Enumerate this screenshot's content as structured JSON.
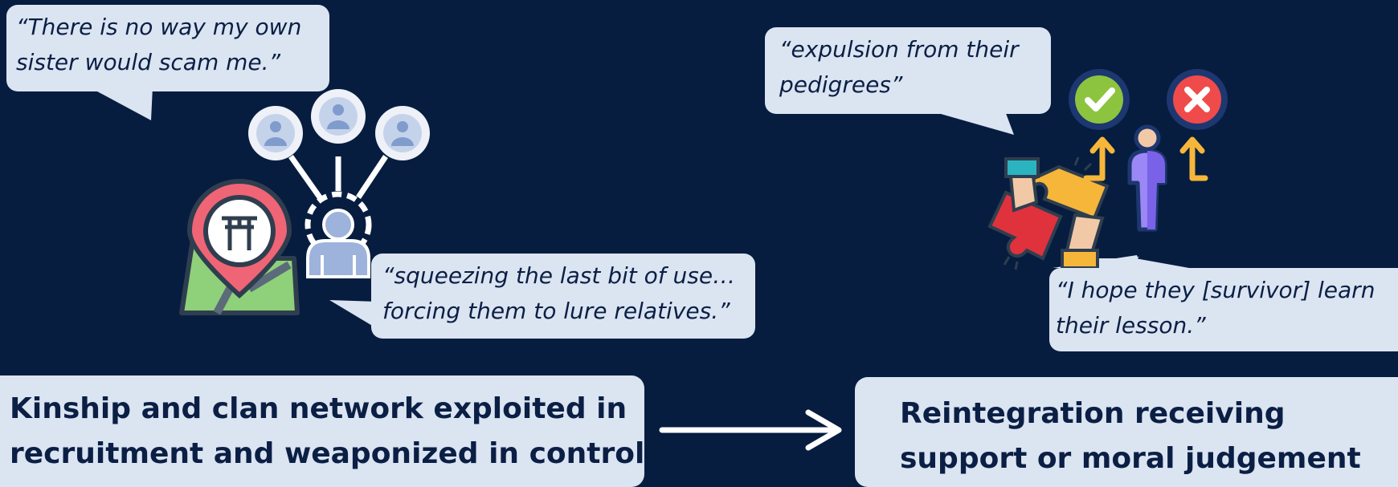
{
  "quotes": {
    "sister": [
      "“There is no way my own",
      "sister would scam me.”"
    ],
    "squeezing": [
      "“squeezing the last bit of use…",
      "forcing them to lure relatives.”"
    ],
    "expulsion": [
      "“expulsion from their",
      "pedigrees”"
    ],
    "hope": [
      "“I hope they [survivor] learn",
      "their lesson.”"
    ]
  },
  "panels": {
    "left": [
      "Kinship and clan network exploited in",
      "recruitment and weaponized in control"
    ],
    "right": [
      "Reintegration receiving",
      "support or moral judgement"
    ]
  },
  "colors": {
    "background": "#061d40",
    "bubble": "#dbe4f1",
    "text": "#0b1f45",
    "check": "#8cc43f",
    "cross": "#ef4b4b",
    "arrow_up": "#f6b63a",
    "person": "#9b87f5",
    "pin": "#ef6576",
    "map": "#8fd07a"
  },
  "icons": [
    "clan-network-icon",
    "map-pin-gate-icon",
    "puzzle-hands-icon",
    "check-icon",
    "cross-icon",
    "person-icon"
  ]
}
